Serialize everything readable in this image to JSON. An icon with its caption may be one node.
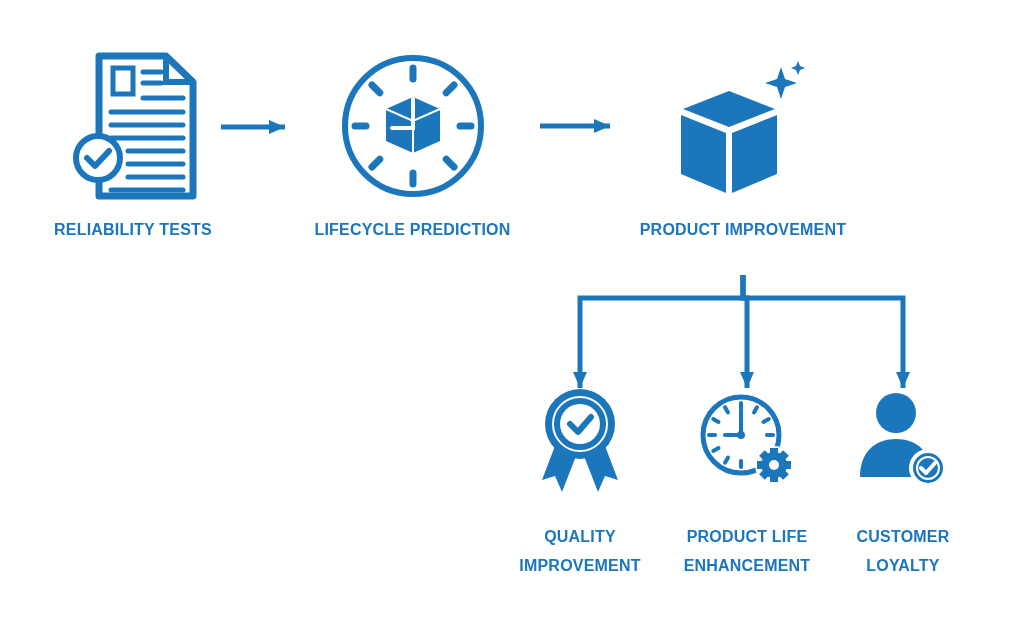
{
  "diagram": {
    "nodes": [
      {
        "text": [
          "RELIABILITY TESTS"
        ]
      },
      {
        "text": [
          "LIFECYCLE PREDICTION"
        ]
      },
      {
        "text": [
          "PRODUCT IMPROVEMENT"
        ]
      },
      {
        "text": [
          "QUALITY IMPROVEMENT"
        ]
      },
      {
        "text": [
          "PRODUCT LIFE ENHANCEMENT"
        ]
      },
      {
        "text": [
          "CUSTOMER LOYALTY"
        ]
      }
    ],
    "edges": [
      {
        "from": 0,
        "to": 1,
        "arrow": "to"
      },
      {
        "from": 1,
        "to": 2,
        "arrow": "to"
      },
      {
        "from": 2,
        "to": 3,
        "arrow": "to"
      },
      {
        "from": 2,
        "to": 4,
        "arrow": "to"
      },
      {
        "from": 2,
        "to": 5,
        "arrow": "to"
      }
    ]
  }
}
